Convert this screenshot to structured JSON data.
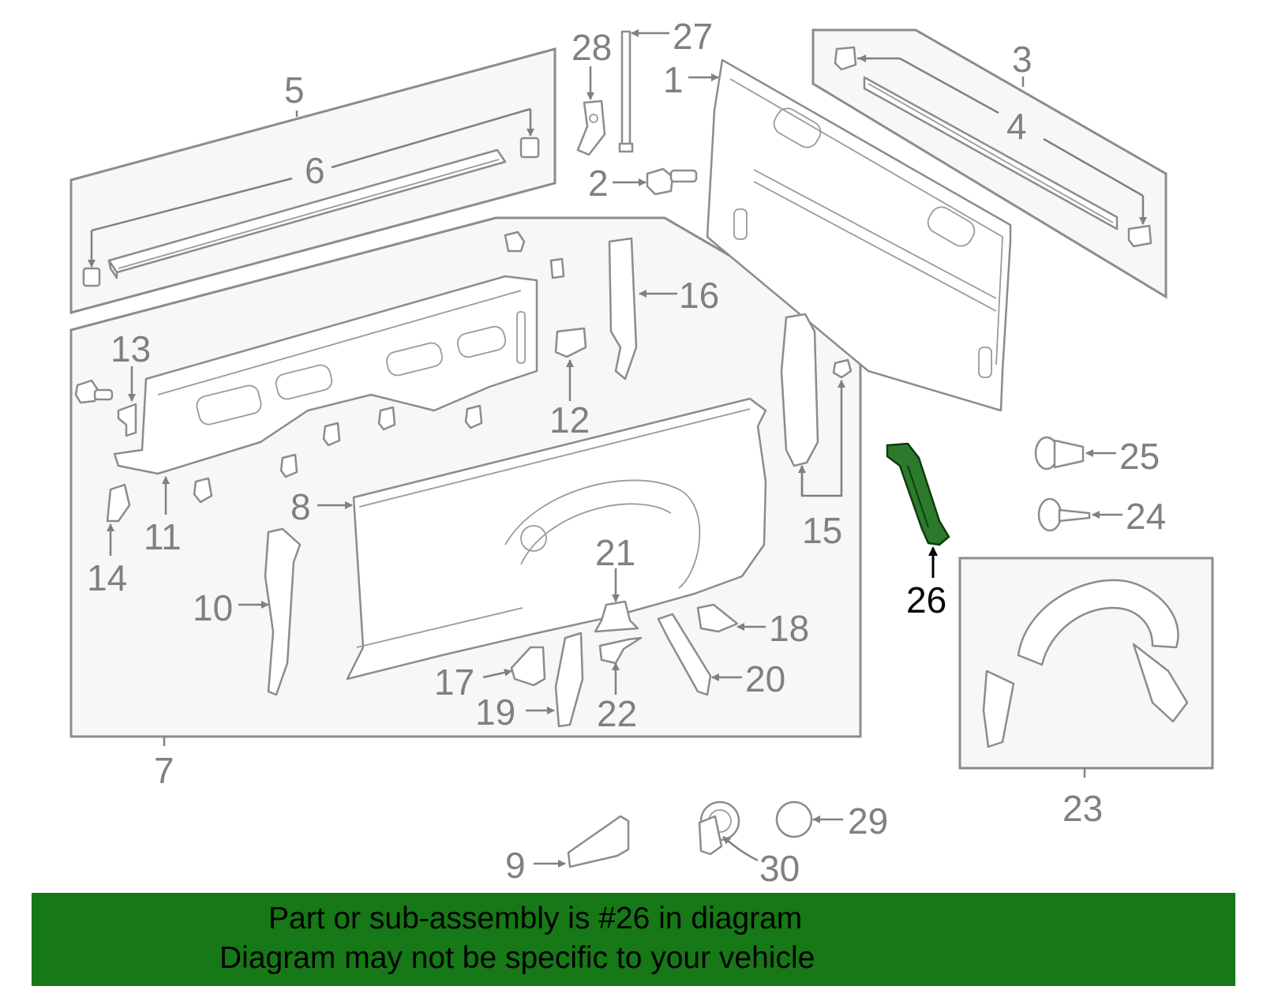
{
  "diagram": {
    "highlighted_part": "26",
    "highlight_color": "#2c7a2c",
    "groups": [
      {
        "name": "group-5",
        "label": "5",
        "members": [
          "6"
        ]
      },
      {
        "name": "group-3",
        "label": "3",
        "members": [
          "4"
        ]
      },
      {
        "name": "group-7",
        "label": "7",
        "members": [
          "8",
          "10",
          "11",
          "12",
          "13",
          "14",
          "15",
          "16",
          "17",
          "18",
          "19",
          "20",
          "21",
          "22"
        ]
      },
      {
        "name": "group-23",
        "label": "23",
        "members": []
      }
    ],
    "callouts": {
      "c1": "1",
      "c2": "2",
      "c3": "3",
      "c4": "4",
      "c5": "5",
      "c6": "6",
      "c7": "7",
      "c8": "8",
      "c9": "9",
      "c10": "10",
      "c11": "11",
      "c12": "12",
      "c13": "13",
      "c14": "14",
      "c15": "15",
      "c16": "16",
      "c17": "17",
      "c18": "18",
      "c19": "19",
      "c20": "20",
      "c21": "21",
      "c22": "22",
      "c23": "23",
      "c24": "24",
      "c25": "25",
      "c26": "26",
      "c27": "27",
      "c28": "28",
      "c29": "29",
      "c30": "30"
    }
  },
  "banner": {
    "color": "#167816",
    "line1": "Part or sub-assembly is #26 in diagram",
    "line2": "Diagram may not be specific to your vehicle"
  }
}
